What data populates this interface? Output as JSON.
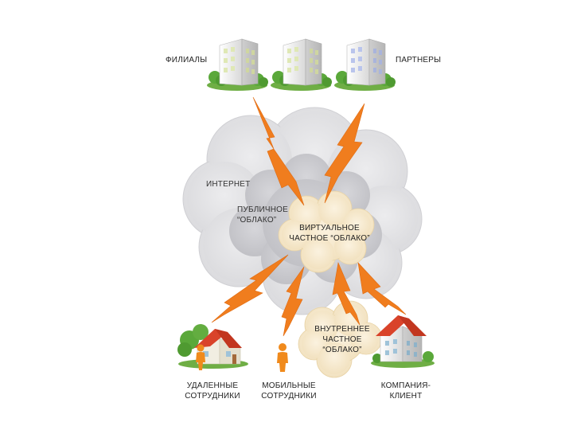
{
  "labels": {
    "branches": "ФИЛИАЛЫ",
    "partners": "ПАРТНЕРЫ",
    "internet": "ИНТЕРНЕТ",
    "public_cloud": [
      "ПУБЛИЧНОЕ",
      "“ОБЛАКО”"
    ],
    "virtual_private_cloud": [
      "ВИРТУАЛЬНОЕ",
      "ЧАСТНОЕ “ОБЛАКО”"
    ],
    "internal_private_cloud": [
      "ВНУТРЕННЕЕ",
      "ЧАСТНОЕ",
      "“ОБЛАКО”"
    ],
    "remote_employees": [
      "УДАЛЕННЫЕ",
      "СОТРУДНИКИ"
    ],
    "mobile_employees": [
      "МОБИЛЬНЫЕ",
      "СОТРУДНИКИ"
    ],
    "client_company": [
      "КОМПАНИЯ-",
      "КЛИЕНТ"
    ]
  },
  "colors": {
    "lightning": "#f07d1e",
    "cloud_outer": "#e4e4e6",
    "cloud_inner": "#cbcbcf",
    "cloud_private": "#f8ecd2",
    "building_wall": "#f2f2f2",
    "roof": "#d9432a",
    "person": "#f08a1c",
    "tree": "#5aa83a"
  }
}
